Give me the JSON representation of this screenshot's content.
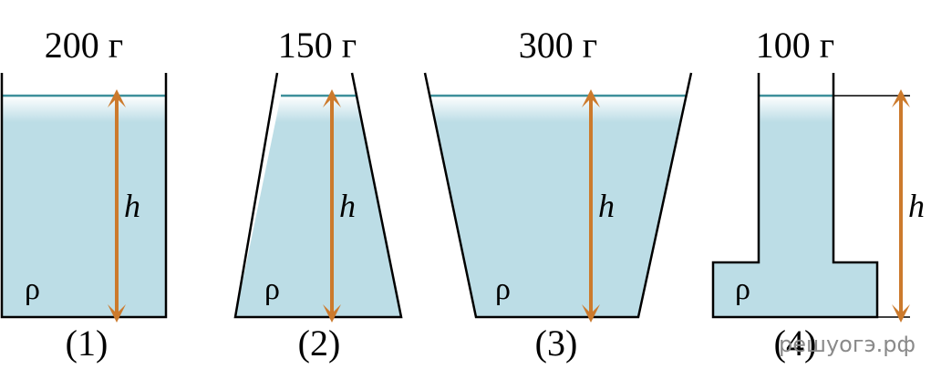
{
  "colors": {
    "water": "#bcdde6",
    "surface_line": "#3d8f9a",
    "arrow": "#cc7a2c",
    "wall": "#000000"
  },
  "vessels": [
    {
      "mass": "200 г",
      "number": "(1)",
      "height_label": "h",
      "density_label": "ρ"
    },
    {
      "mass": "150 г",
      "number": "(2)",
      "height_label": "h",
      "density_label": "ρ"
    },
    {
      "mass": "300 г",
      "number": "(3)",
      "height_label": "h",
      "density_label": "ρ"
    },
    {
      "mass": "100 г",
      "number": "(4)",
      "height_label": "h",
      "density_label": "ρ"
    }
  ],
  "watermark": "решуогэ.рф"
}
